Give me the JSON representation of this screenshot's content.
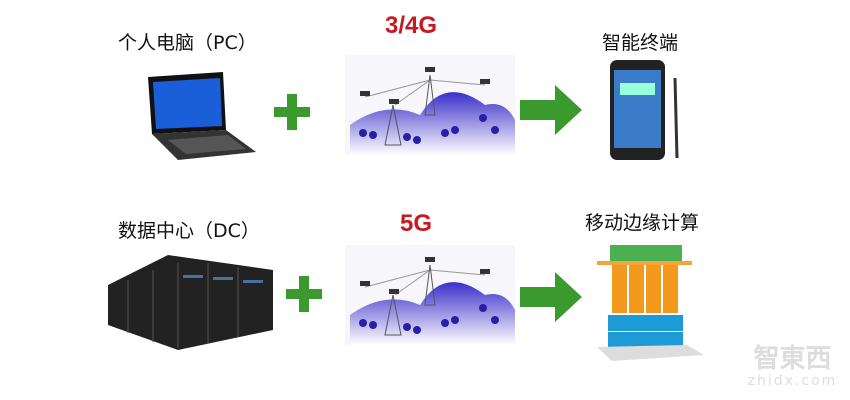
{
  "row1": {
    "left_label": "个人电脑（PC）",
    "network_label": "3/4G",
    "right_label": "智能终端"
  },
  "row2": {
    "left_label": "数据中心（DC）",
    "network_label": "5G",
    "right_label": "移动边缘计算"
  },
  "watermark": {
    "logo": "智東西",
    "url": "zhidx.com"
  },
  "colors": {
    "plus": "#3a9a2e",
    "arrow": "#3a9a2e",
    "network_label": "#c8191e",
    "hills": "#4a3ad0"
  }
}
